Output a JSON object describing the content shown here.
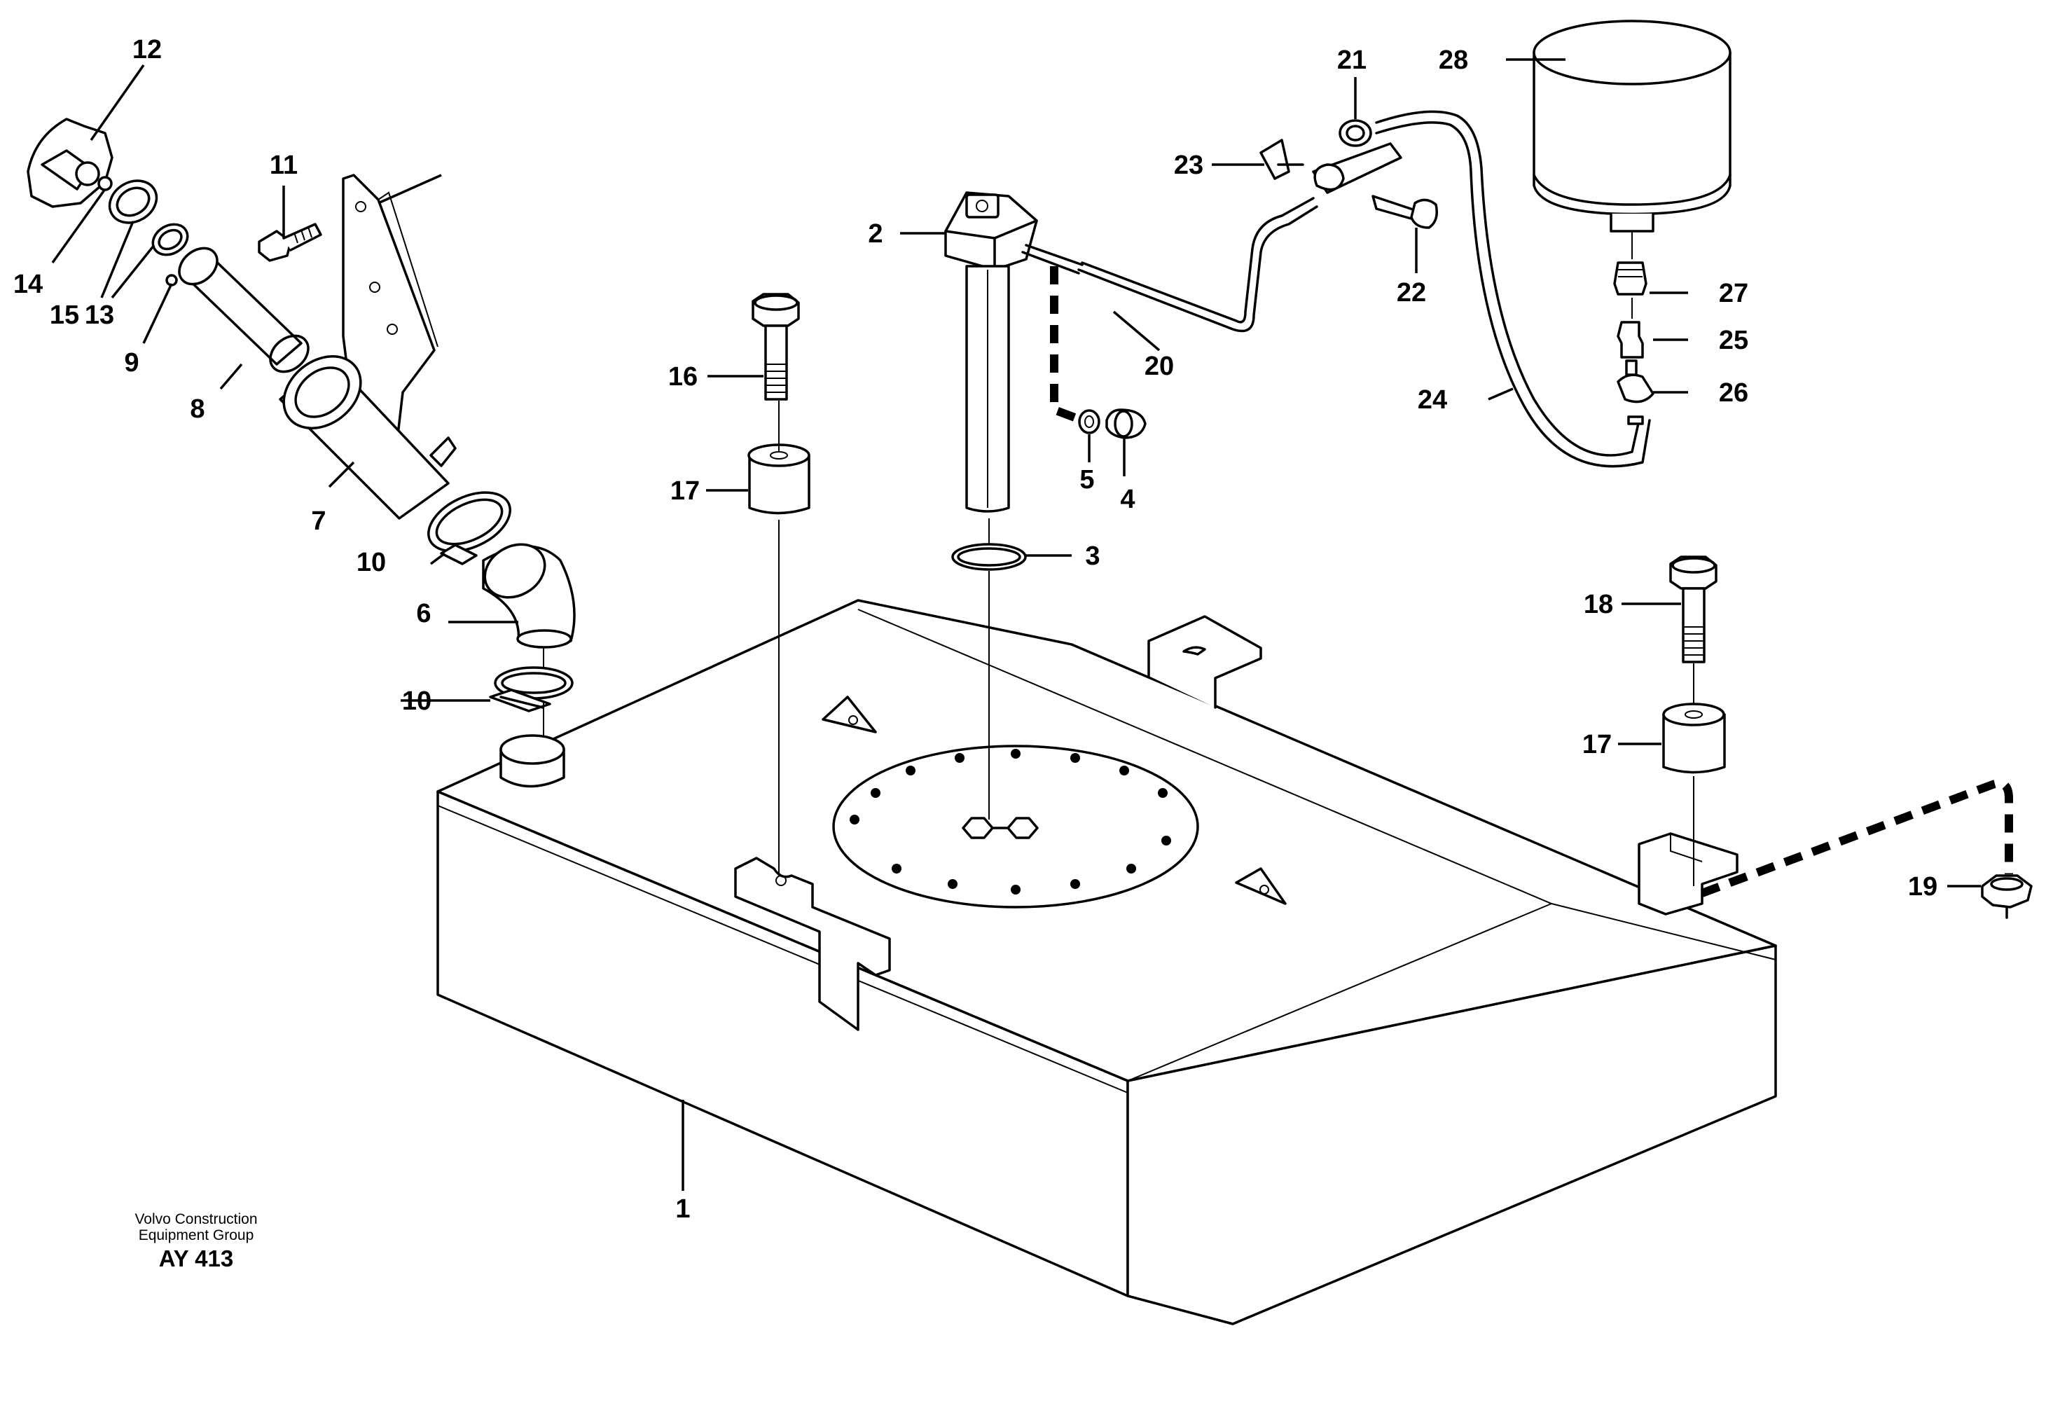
{
  "callouts": {
    "c1": "1",
    "c2": "2",
    "c3": "3",
    "c4": "4",
    "c5": "5",
    "c6": "6",
    "c7": "7",
    "c8": "8",
    "c9": "9",
    "c10a": "10",
    "c10b": "10",
    "c11": "11",
    "c12": "12",
    "c13": "13",
    "c14": "14",
    "c15": "15",
    "c16": "16",
    "c17a": "17",
    "c17b": "17",
    "c18": "18",
    "c19": "19",
    "c20": "20",
    "c21": "21",
    "c22": "22",
    "c23": "23",
    "c24": "24",
    "c25": "25",
    "c26": "26",
    "c27": "27",
    "c28": "28"
  },
  "credit": {
    "line1": "Volvo Construction",
    "line2": "Equipment Group",
    "code": "AY 413"
  }
}
